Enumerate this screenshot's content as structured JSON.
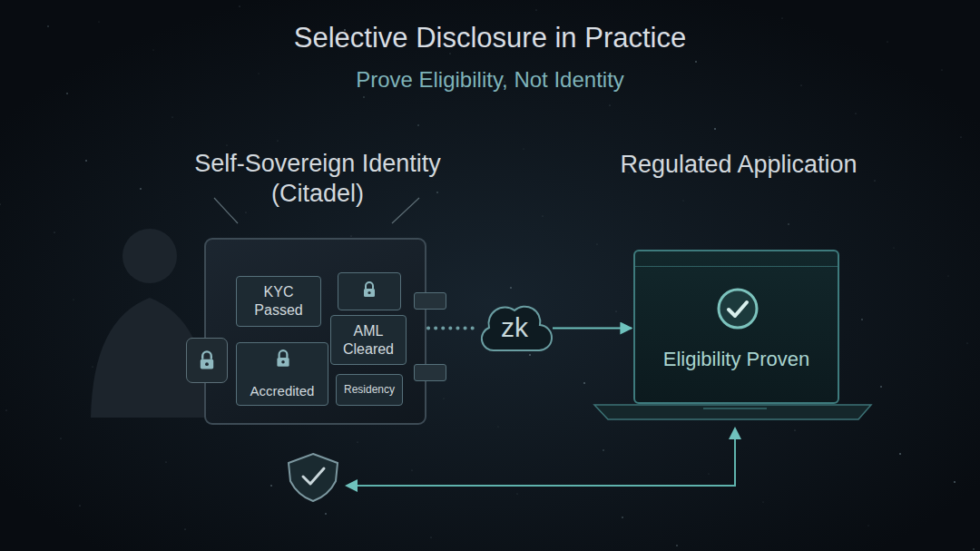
{
  "diagram": {
    "title": "Selective Disclosure in Practice",
    "nodes": [
      {
        "text": [
          "Self-Sovereign Identity (Citadel)"
        ]
      },
      {
        "text": [
          "KYC Passed"
        ],
        "in": 0
      },
      {
        "text": [
          "AML Cleared"
        ],
        "in": 0
      },
      {
        "text": [
          "Accredited"
        ],
        "in": 0
      },
      {
        "text": [
          "Residency"
        ],
        "in": 0
      },
      {
        "text": [
          "zk"
        ]
      },
      {
        "text": [
          "Regulated Application",
          "Eligibility Proven"
        ]
      }
    ],
    "edges": [
      {
        "from": 0,
        "to": 5,
        "arrow": "none"
      },
      {
        "from": 5,
        "to": 6,
        "arrow": "to"
      }
    ],
    "labels": [
      "Prove Eligibility, Not Identity"
    ]
  }
}
